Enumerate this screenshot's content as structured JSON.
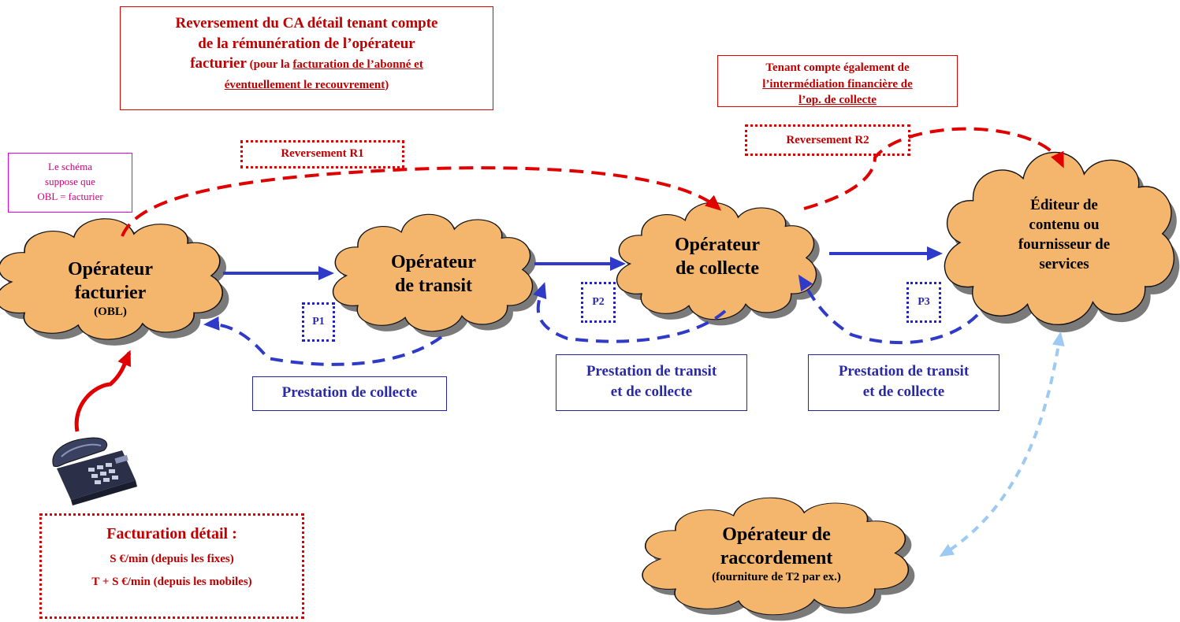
{
  "colors": {
    "cloud_fill": "#f4b56d",
    "cloud_stroke": "#111111",
    "cloud_shadow": "#7a7a7a",
    "red": "#e00000",
    "blue": "#2f3ac8",
    "light_blue": "#9ccaf2",
    "magenta_border": "#e000e0"
  },
  "clouds": {
    "facturier": {
      "line1": "Opérateur",
      "line2": "facturier",
      "sub": "(OBL)"
    },
    "transit": {
      "line1": "Opérateur",
      "line2": "de transit"
    },
    "collecte": {
      "line1": "Opérateur",
      "line2": "de collecte"
    },
    "editeur": {
      "line1": "Éditeur de",
      "line2": "contenu ou",
      "line3": "fournisseur de",
      "line4": "services"
    },
    "raccordement": {
      "line1": "Opérateur de",
      "line2": "raccordement",
      "sub": "(fourniture de T2 par ex.)"
    }
  },
  "top_note": {
    "line1": "Reversement du CA détail tenant compte",
    "line2": "de la rémunération de l’opérateur",
    "line3a": "facturier",
    "line3b": " (pour la ",
    "line3c": "facturation de l’abonné et",
    "line4": "éventuellement le recouvrement",
    "line4b": ")"
  },
  "right_note": {
    "line1": "Tenant compte également de",
    "line2": "l’intermédiation financière de",
    "line3": "l’op. de collecte"
  },
  "assumption_note": {
    "line1": "Le schéma",
    "line2": "suppose que",
    "line3": "OBL = facturier"
  },
  "reversements": {
    "r1": "Reversement R1",
    "r2": "Reversement R2"
  },
  "points": {
    "p1": "P1",
    "p2": "P2",
    "p3": "P3"
  },
  "prestations": {
    "collecte": "Prestation de collecte",
    "transit_collecte_1": {
      "line1": "Prestation de transit",
      "line2": "et de collecte"
    },
    "transit_collecte_2": {
      "line1": "Prestation de transit",
      "line2": "et de collecte"
    }
  },
  "billing": {
    "title": "Facturation détail :",
    "fixed": "S €/min (depuis les fixes)",
    "mobile": "T + S €/min (depuis les mobiles)"
  },
  "phone_icon": "desk-phone-icon"
}
